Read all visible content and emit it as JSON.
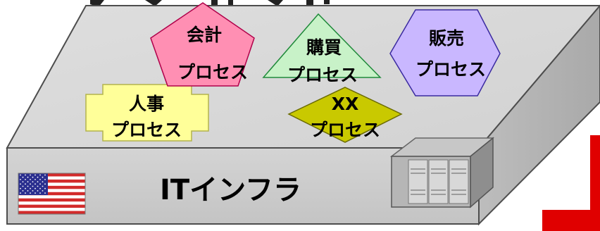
{
  "platform": {
    "label": "ITインフラ",
    "colors": {
      "top": "#d9d9d9",
      "front": "#cfcfcf",
      "side": "#b8b8b8",
      "edge": "#4d4d4d"
    }
  },
  "processes": [
    {
      "key": "accounting",
      "line1": "会計",
      "line2": "プロセス",
      "shape": "pentagon",
      "fill": "#ff8fb3",
      "stroke": "#b0004a"
    },
    {
      "key": "purchasing",
      "line1": "購買",
      "line2": "プロセス",
      "shape": "triangle",
      "fill": "#c8f2c8",
      "stroke": "#1f8a3a"
    },
    {
      "key": "sales",
      "line1": "販売",
      "line2": "プロセス",
      "shape": "hexagon",
      "fill": "#c9b7ff",
      "stroke": "#3a2aa0"
    },
    {
      "key": "hr",
      "line1": "人事",
      "line2": "プロセス",
      "shape": "plaque",
      "fill": "#ffff99",
      "stroke": "#9e9e33"
    },
    {
      "key": "xx",
      "line1": "XX",
      "line2": "プロセス",
      "shape": "diamond",
      "fill": "#c9c900",
      "stroke": "#6b6b00"
    }
  ],
  "icons": {
    "flag": "us-flag-icon",
    "server": "server-rack-icon"
  },
  "accent": {
    "red_bar": "#e00000"
  }
}
